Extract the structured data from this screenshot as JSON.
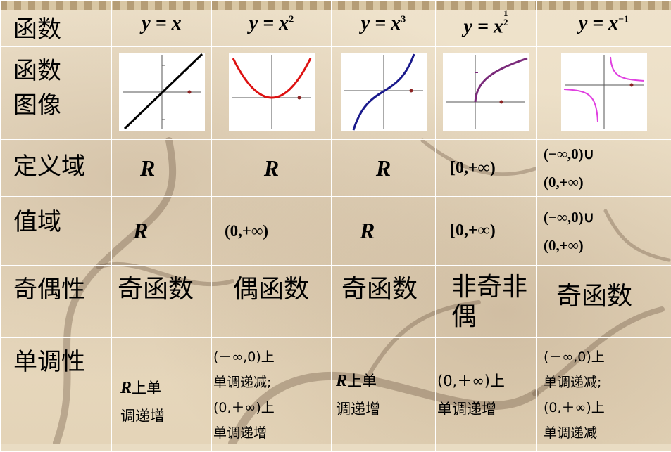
{
  "rows": {
    "header": {
      "label": "函数",
      "funcs": [
        {
          "base": "y = x",
          "exp": ""
        },
        {
          "base": "y = x",
          "exp": "2"
        },
        {
          "base": "y = x",
          "exp": "3"
        },
        {
          "base": "y = x",
          "exp_num": "1",
          "exp_den": "2"
        },
        {
          "base": "y = x",
          "exp": "−1"
        }
      ]
    },
    "graph": {
      "label": "函数\n图像",
      "label1": "函数",
      "label2": "图像"
    },
    "domain": {
      "label": "定义域",
      "values": [
        "R",
        "R",
        "R",
        "[0,+∞)",
        "(−∞,0)∪",
        "(0,+∞)"
      ]
    },
    "range": {
      "label": "值域",
      "values": [
        "R",
        "(0,+∞)",
        "R",
        "[0,+∞)",
        "(−∞,0)∪",
        "(0,+∞)"
      ]
    },
    "parity": {
      "label": "奇偶性",
      "values": [
        "奇函数",
        "偶函数",
        "奇函数",
        "非奇非",
        "偶",
        "奇函数"
      ]
    },
    "monotonic": {
      "label": "单调性",
      "c1a": "R",
      "c1b": "上单",
      "c1c": "调递增",
      "c2a": "(－∞,0)上",
      "c2b": "单调递减;",
      "c2c": "(0,＋∞)上",
      "c2d": "单调递增",
      "c3a": "R",
      "c3b": "上单",
      "c3c": "调递增",
      "c4a": "(0,＋∞)上",
      "c4b": "单调递增",
      "c5a": "(－∞,0)上",
      "c5b": "单调递减;",
      "c5c": "(0,＋∞)上",
      "c5d": "单调递减"
    }
  },
  "colors": {
    "line1": "#000000",
    "parabola": "#dd1111",
    "cubic": "#1a1a8c",
    "sqrt": "#7a2a7a",
    "recip": "#e040e0",
    "grid": "#ffffff"
  }
}
